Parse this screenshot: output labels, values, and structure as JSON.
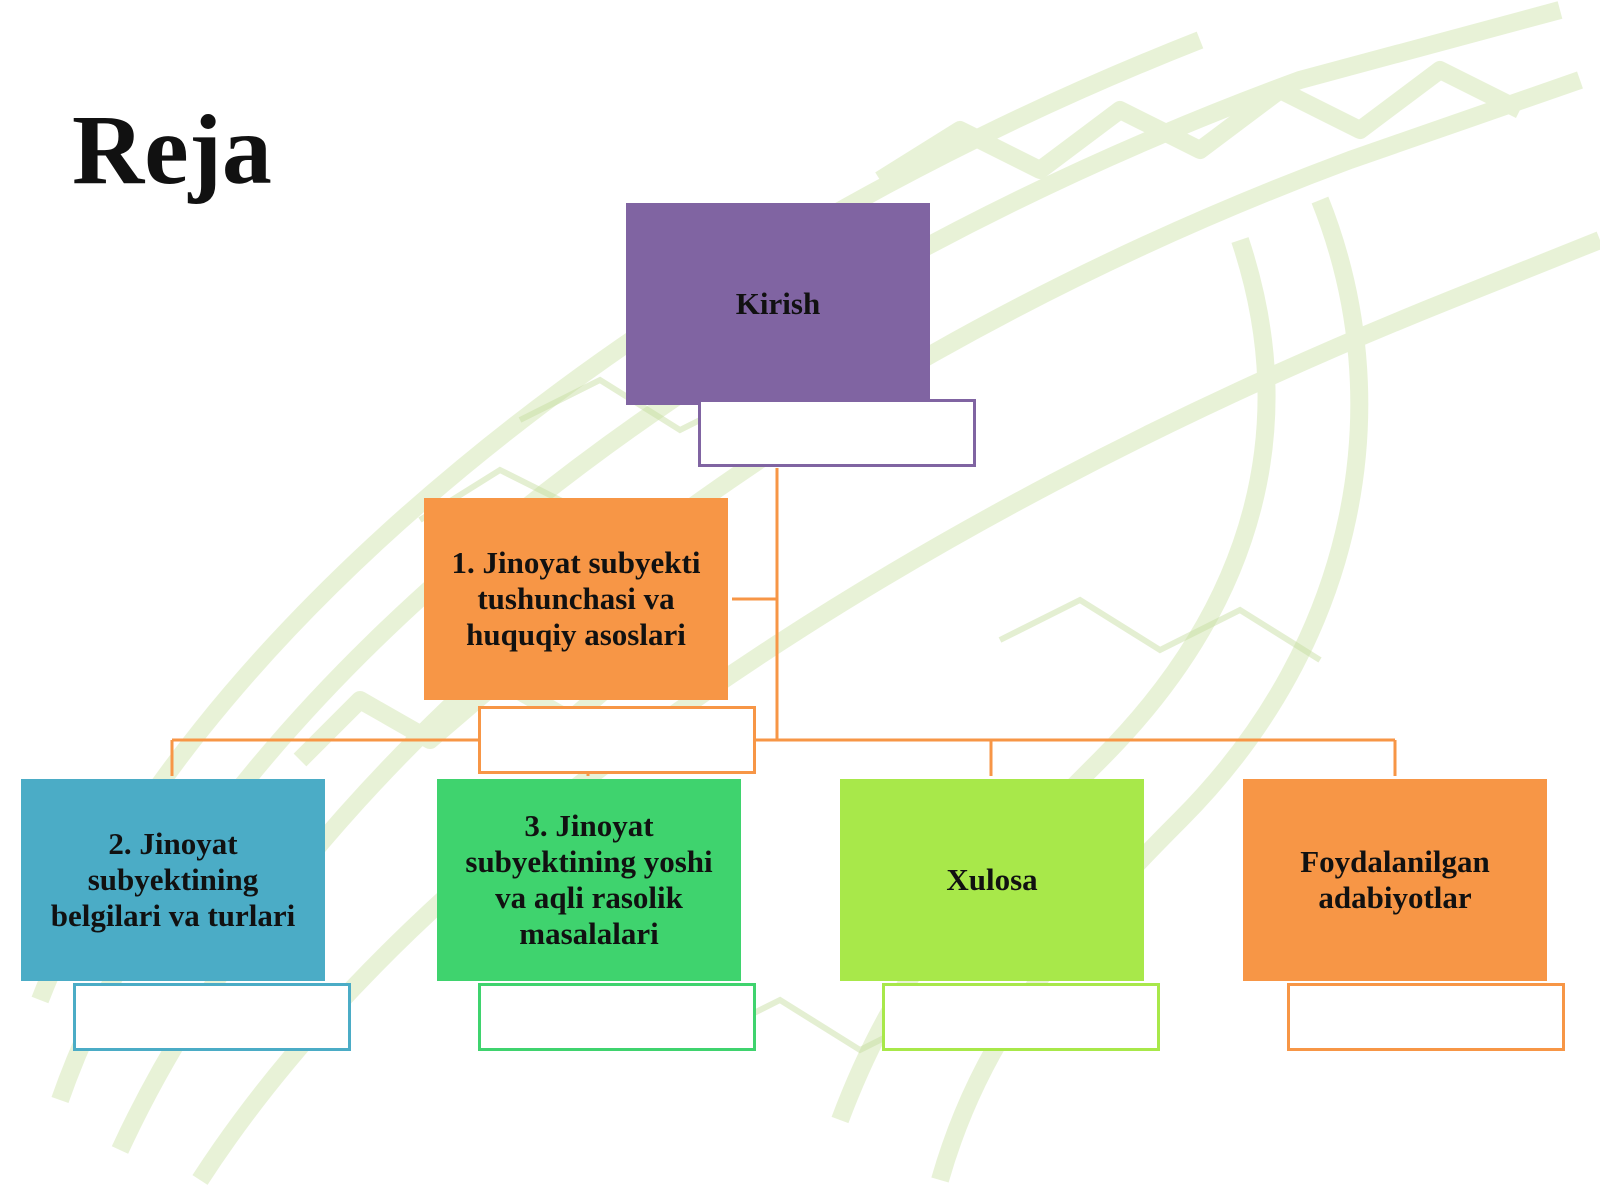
{
  "slide": {
    "title": "Reja"
  },
  "diagram": {
    "root": {
      "label": "Kirish",
      "color": "#8064a2"
    },
    "level1": {
      "label": "1. Jinoyat subyekti tushunchasi va huquqiy asoslari",
      "color": "#f79646"
    },
    "level2": [
      {
        "label": "2. Jinoyat subyektining belgilari va turlari",
        "color": "#4bacc6"
      },
      {
        "label": "3. Jinoyat subyektining yoshi va aqli rasolik masalalari",
        "color": "#3fd36e"
      },
      {
        "label": "Xulosa",
        "color": "#a8e84a"
      },
      {
        "label": "Foydalanilgan adabiyotlar",
        "color": "#f79646"
      }
    ],
    "connector_color": "#f79646",
    "background_motif_color": "#c8e0a4"
  }
}
